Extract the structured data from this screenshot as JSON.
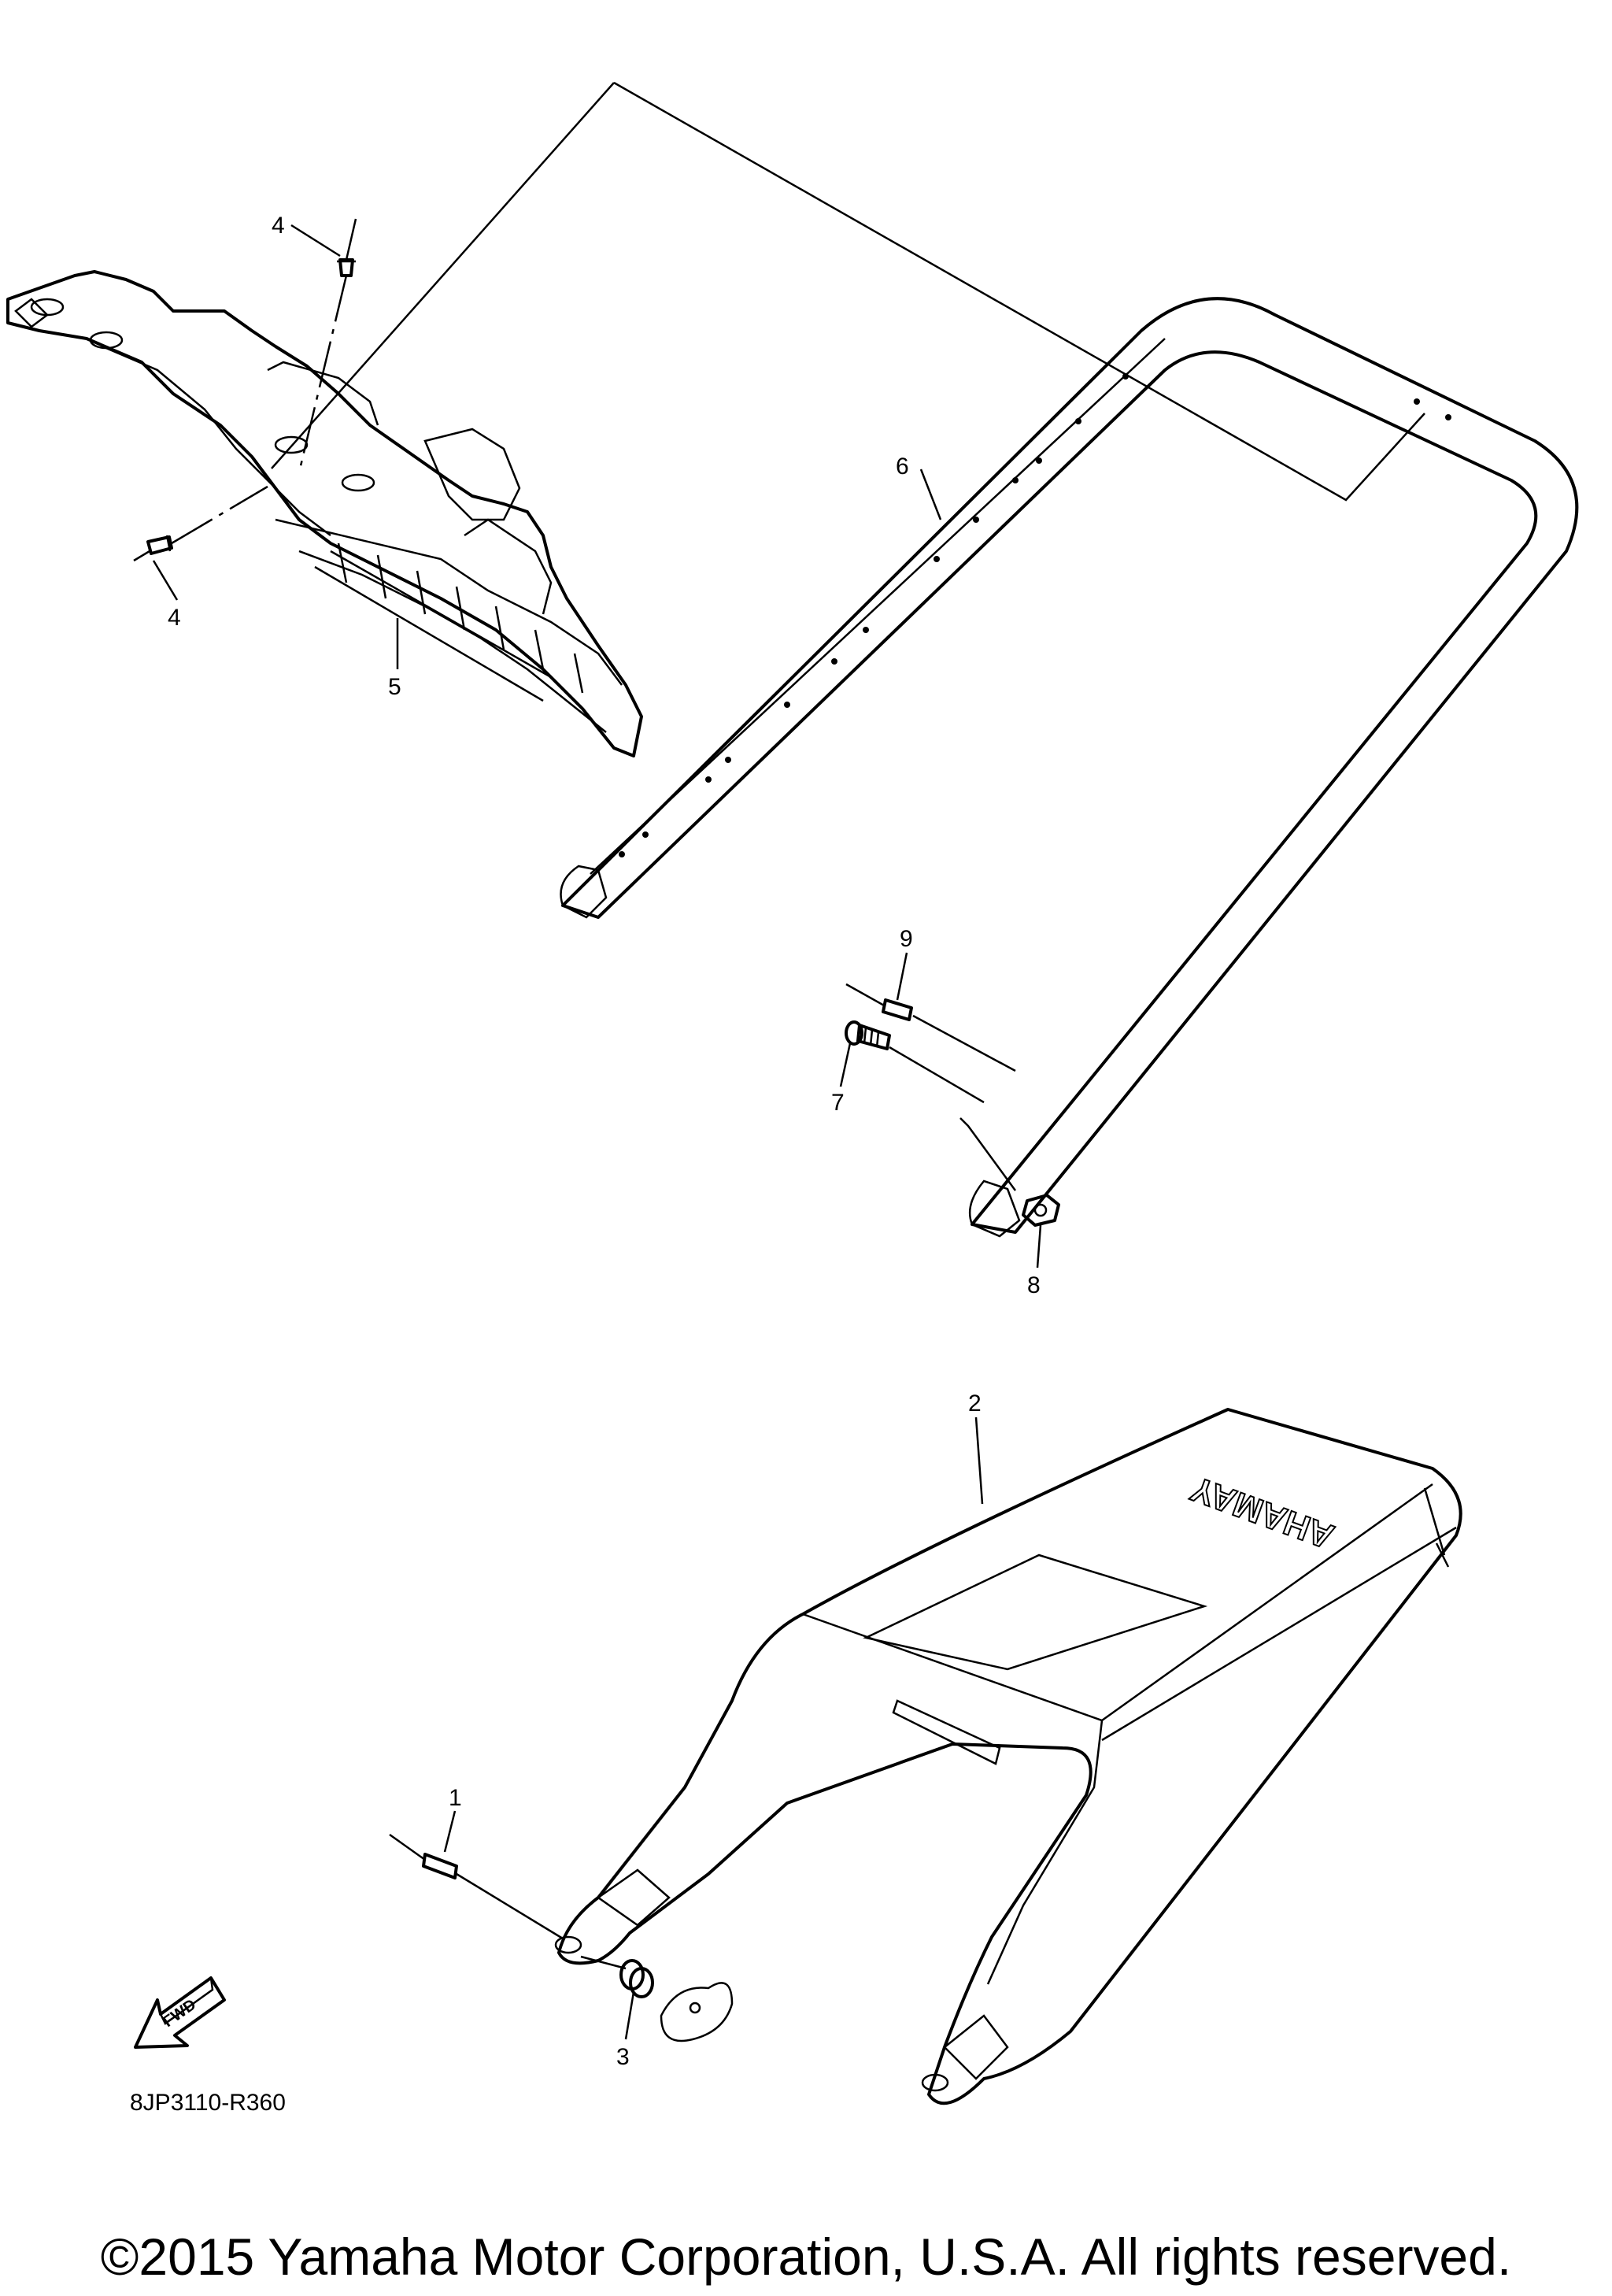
{
  "callouts": {
    "c1": "1",
    "c2": "2",
    "c3": "3",
    "c4a": "4",
    "c4b": "4",
    "c5": "5",
    "c6": "6",
    "c7": "7",
    "c8": "8",
    "c9": "9"
  },
  "fwd_label": "FWD",
  "brand_text": "YAMAHA",
  "diagram_code": "8JP3110-R360",
  "copyright": "©2015 Yamaha Motor Corporation, U.S.A. All rights reserved."
}
